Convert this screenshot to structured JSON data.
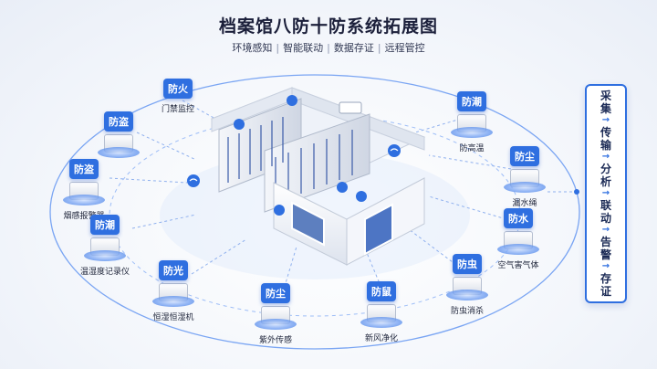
{
  "title": "档案馆八防十防系统拓展图",
  "subtitle": [
    "环境感知",
    "智能联动",
    "数据存证",
    "远程管控"
  ],
  "nodes": [
    {
      "badge": "防火",
      "label": "门禁监控"
    },
    {
      "badge": "防盗",
      "label": ""
    },
    {
      "badge": "防盗",
      "label": "烟感报警器"
    },
    {
      "badge": "防潮",
      "label": "温湿度记录仪"
    },
    {
      "badge": "防光",
      "label": "恒湿恒湿机"
    },
    {
      "badge": "防尘",
      "label": "紫外传感"
    },
    {
      "badge": "防鼠",
      "label": "新风净化"
    },
    {
      "badge": "防虫",
      "label": "防虫消杀"
    },
    {
      "badge": "防水",
      "label": "空气害气体"
    },
    {
      "badge": "防尘",
      "label": "漏水绳"
    },
    {
      "badge": "防潮",
      "label": "防高温"
    }
  ],
  "flow": [
    "采",
    "集",
    "→",
    "传",
    "输",
    "→",
    "分",
    "析",
    "→",
    "联",
    "动",
    "→",
    "告",
    "警",
    "→",
    "存",
    "证"
  ],
  "colors": {
    "accent": "#2f6fe0",
    "ring": "#4f86ee",
    "title": "#1b1f3a"
  },
  "icons": [
    "wifi-icon",
    "location-pin-icon",
    "air-conditioner-icon",
    "server-rack-icon"
  ]
}
